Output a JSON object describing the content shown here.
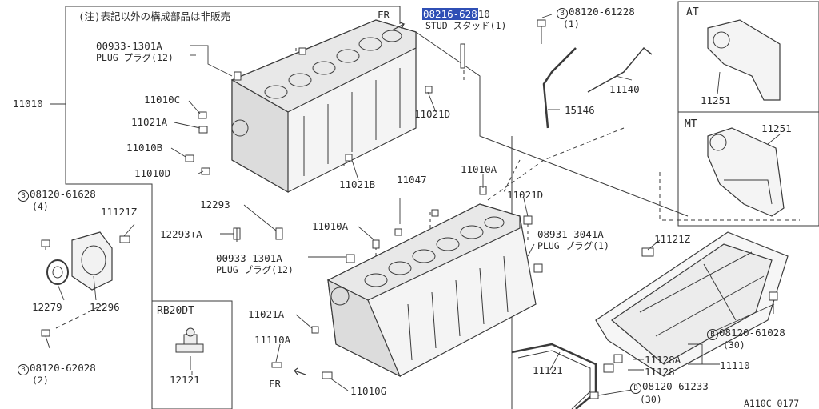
{
  "note": "(注)表記以外の構成部品は非販売",
  "fr_top": "FR",
  "fr_bottom": "FR",
  "highlight_part": "08216-628",
  "highlight_rest": "10",
  "stud_label": "STUD スタッド(1)",
  "bolt_top": {
    "code": "08120-61228",
    "qty": "(1)"
  },
  "bolt_left": {
    "code": "08120-61628",
    "qty": "(4)"
  },
  "bolt_left_bottom": {
    "code": "08120-62028",
    "qty": "(2)"
  },
  "bolt_pan_right": {
    "code": "08120-61028",
    "qty": "(30)"
  },
  "bolt_pan_bottom": {
    "code": "08120-61233",
    "qty": "(30)"
  },
  "plug1_code": "00933-1301A",
  "plug1_name": "PLUG プラグ(12)",
  "plug2_code": "00933-1301A",
  "plug2_name": "PLUG プラグ(12)",
  "plug3_code": "08931-3041A",
  "plug3_name": "PLUG プラグ(1)",
  "labels": {
    "p11010": "11010",
    "p11010C": "11010C",
    "p11021A_1": "11021A",
    "p11010B": "11010B",
    "p11010D": "11010D",
    "p11021D_1": "11021D",
    "p11021B": "11021B",
    "p15146": "15146",
    "p11140": "11140",
    "p11047": "11047",
    "p11010A_1": "11010A",
    "p11021D_2": "11021D",
    "p11010A_2": "11010A",
    "p12293": "12293",
    "p12293A": "12293+A",
    "p11121Z_1": "11121Z",
    "p11121Z_2": "11121Z",
    "p12279": "12279",
    "p12296": "12296",
    "p11021A_2": "11021A",
    "p11110A": "11110A",
    "p11010G": "11010G",
    "p11121": "11121",
    "p11128A": "11128A",
    "p11128": "11128",
    "p11110": "11110",
    "p12121": "12121",
    "p11251_at": "11251",
    "p11251_mt": "11251",
    "ref": "A110C 0177"
  },
  "section_at": "AT",
  "section_mt": "MT",
  "section_rb": "RB20DT",
  "colors": {
    "highlight": "#2f4fb5",
    "ink": "#2a2a2a"
  }
}
